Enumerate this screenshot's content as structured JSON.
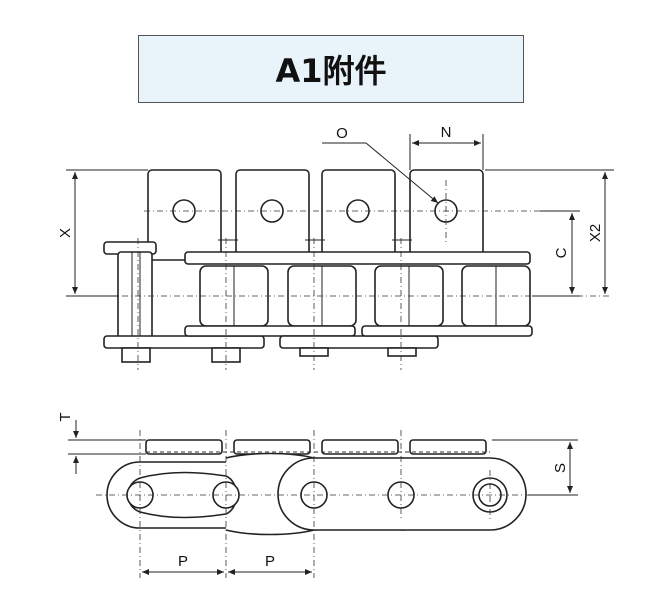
{
  "title": "A1附件",
  "dimension_labels": {
    "o": "O",
    "n": "N",
    "x": "X",
    "c": "C",
    "x2": "X2",
    "t": "T",
    "s": "S",
    "p1": "P",
    "p2": "P"
  }
}
